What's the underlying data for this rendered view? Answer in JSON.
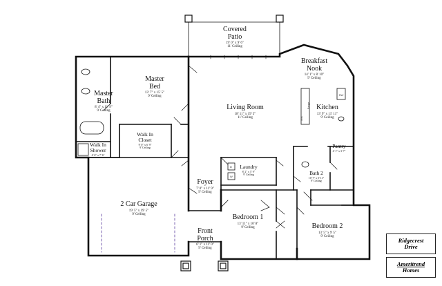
{
  "plan": {
    "title_block": {
      "street_line1": "Ridgecrest",
      "street_line2": "Drive",
      "builder_line1": "Ameritrend",
      "builder_line2": "Homes"
    },
    "rooms": {
      "covered_patio": {
        "name_line1": "Covered",
        "name_line2": "Patio",
        "dims": "19' 0\" x 9' 6\"",
        "ceiling": "11' Ceiling"
      },
      "breakfast_nook": {
        "name_line1": "Breakfast",
        "name_line2": "Nook",
        "dims": "14' 1\" x 8' 10\"",
        "ceiling": "9' Ceiling"
      },
      "master_bed": {
        "name_line1": "Master",
        "name_line2": "Bed",
        "dims": "13' 7\" x 15' 5\"",
        "ceiling": "9' Ceiling"
      },
      "master_bath": {
        "name_line1": "Master",
        "name_line2": "Bath",
        "dims": "8' 4\" x 11' 9\"",
        "ceiling": "9' Ceiling"
      },
      "living_room": {
        "name": "Living Room",
        "dims": "18' 11\" x 19' 5\"",
        "ceiling": "11' Ceiling"
      },
      "kitchen": {
        "name": "Kitchen",
        "dims": "13' 9\" x 11' 11\"",
        "ceiling": "9' Ceiling"
      },
      "walk_in_closet": {
        "name_line1": "Walk In",
        "name_line2": "Closet",
        "dims": "9' 0\" x 6' 9\"",
        "ceiling": "9' Ceiling"
      },
      "walk_in_shower": {
        "name_line1": "Walk In",
        "name_line2": "Shower",
        "dims": "4' 6\" x 7' 6\""
      },
      "laundry": {
        "name": "Laundry",
        "dims": "8' 2\" x 5' 9\"",
        "ceiling": "9' Ceiling"
      },
      "pantry": {
        "name": "Pantry",
        "dims": "4' 1\" x 3' 7\""
      },
      "bath_2": {
        "name": "Bath 2",
        "dims": "10' 7\" x 5' 11\"",
        "ceiling": "9' Ceiling"
      },
      "foyer": {
        "name": "Foyer",
        "dims": "7' 0\" x 11' 9\"",
        "ceiling": "9' Ceiling"
      },
      "garage": {
        "name": "2 Car Garage",
        "dims": "19' 5\" x 19' 5\"",
        "ceiling": "9' Ceiling"
      },
      "bedroom_1": {
        "name": "Bedroom 1",
        "dims": "13' 11\" x 10' 8\"",
        "ceiling": "9' Ceiling"
      },
      "bedroom_2": {
        "name": "Bedroom 2",
        "dims": "13' 5\" x 9' 5\"",
        "ceiling": "9' Ceiling"
      },
      "front_porch": {
        "name_line1": "Front",
        "name_line2": "Porch",
        "dims": "6' 1\" x 11' 0\"",
        "ceiling": "9' Ceiling"
      }
    },
    "fixture_labels": {
      "range": "Range",
      "sink": "Sink",
      "washer": "W",
      "dryer": "D",
      "fridge": "Ref"
    }
  }
}
